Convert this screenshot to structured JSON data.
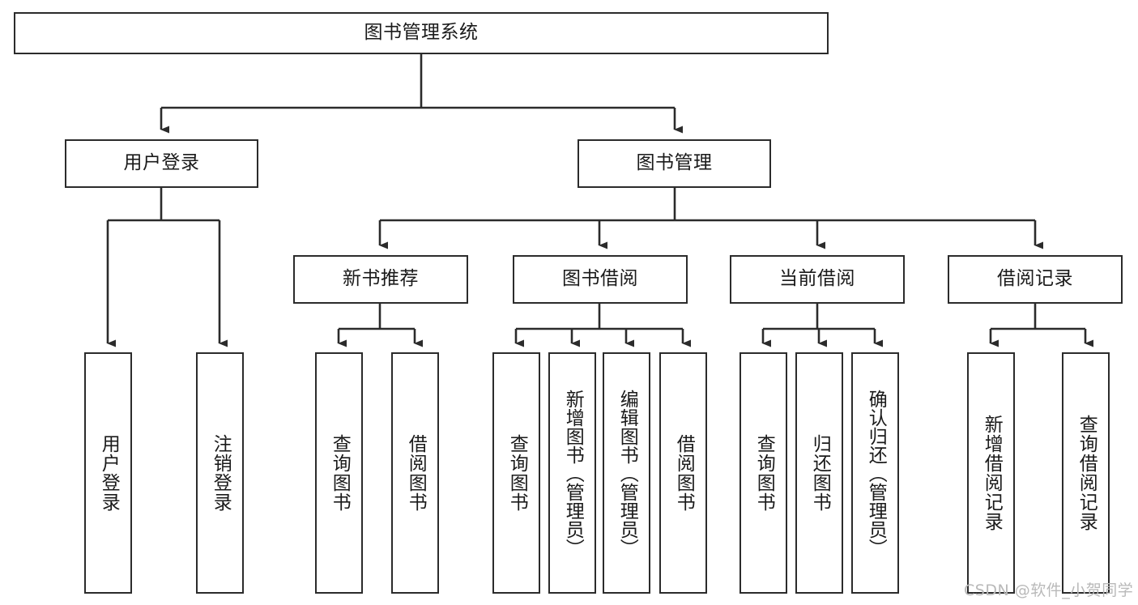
{
  "diagram": {
    "title": "图书管理系统",
    "type": "tree-hierarchy",
    "watermark": "CSDN @软件_小贺同学",
    "colors": {
      "stroke": "#2b2b2b",
      "fill": "#ffffff",
      "text": "#1a1a1a",
      "watermark": "#b9b9b9"
    },
    "nodes": {
      "root": "图书管理系统",
      "level2": {
        "user_login": "用户登录",
        "book_manage": "图书管理"
      },
      "level3": {
        "new_book_rec": "新书推荐",
        "book_borrow": "图书借阅",
        "current_borrow": "当前借阅",
        "borrow_record": "借阅记录"
      },
      "leaves": {
        "user_login_1": "用户登录",
        "user_login_2": "注销登录",
        "new_book_1": "查询图书",
        "new_book_2": "借阅图书",
        "borrow_1": "查询图书",
        "borrow_2": "新增图书（管理员）",
        "borrow_3": "编辑图书（管理员）",
        "borrow_4": "借阅图书",
        "current_1": "查询图书",
        "current_2": "归还图书",
        "current_3": "确认归还（管理员）",
        "record_1": "新增借阅记录",
        "record_2": "查询借阅记录"
      }
    }
  }
}
